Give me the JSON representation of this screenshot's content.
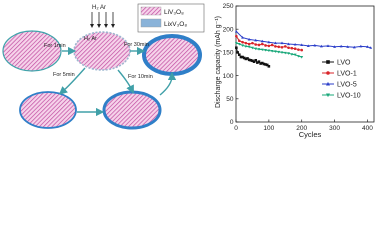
{
  "diagram": {
    "gas_top": "H₂ Ar",
    "gas_mid": "H₂ Ar",
    "legend": [
      {
        "label": "LiV₃O₈",
        "swatch": "striped"
      },
      {
        "label": "LixV₃O₈",
        "swatch": "blue"
      }
    ],
    "steps": [
      "For 1min",
      "For 30min",
      "For 5min",
      "For 10min"
    ]
  },
  "chart_data": {
    "type": "line",
    "xlabel": "Cycles",
    "ylabel": "Discharge capacity (mAh g⁻¹)",
    "xlim": [
      0,
      420
    ],
    "ylim": [
      0,
      250
    ],
    "xticks": [
      0,
      100,
      200,
      300,
      400
    ],
    "yticks": [
      0,
      50,
      100,
      150,
      200,
      250
    ],
    "grid": false,
    "legend_position": "right",
    "series": [
      {
        "name": "LVO",
        "color": "#111111",
        "marker": "square",
        "x": [
          1,
          5,
          10,
          15,
          20,
          25,
          30,
          35,
          40,
          45,
          50,
          55,
          60,
          65,
          70,
          75,
          80,
          85,
          90,
          95,
          100
        ],
        "y": [
          160,
          150,
          145,
          140,
          140,
          138,
          136,
          137,
          134,
          133,
          132,
          130,
          133,
          128,
          130,
          126,
          127,
          125,
          124,
          123,
          120
        ]
      },
      {
        "name": "LVO-1",
        "color": "#d9252a",
        "marker": "circle",
        "x": [
          1,
          10,
          20,
          30,
          40,
          50,
          60,
          70,
          80,
          90,
          100,
          110,
          120,
          130,
          140,
          150,
          160,
          170,
          180,
          190,
          200
        ],
        "y": [
          185,
          175,
          172,
          170,
          168,
          170,
          167,
          166,
          168,
          165,
          164,
          166,
          163,
          162,
          161,
          163,
          160,
          159,
          158,
          156,
          155
        ]
      },
      {
        "name": "LVO-5",
        "color": "#2b3ec9",
        "marker": "triangle",
        "x": [
          1,
          20,
          40,
          60,
          80,
          100,
          120,
          140,
          160,
          180,
          200,
          220,
          240,
          260,
          280,
          300,
          320,
          340,
          360,
          380,
          400,
          410
        ],
        "y": [
          195,
          182,
          178,
          176,
          174,
          172,
          170,
          170,
          168,
          167,
          166,
          164,
          165,
          163,
          164,
          162,
          163,
          162,
          161,
          163,
          162,
          160
        ]
      },
      {
        "name": "LVO-10",
        "color": "#1aa87a",
        "marker": "triangle-down",
        "x": [
          1,
          10,
          20,
          30,
          40,
          50,
          60,
          70,
          80,
          90,
          100,
          110,
          120,
          130,
          140,
          150,
          160,
          170,
          180,
          190,
          200
        ],
        "y": [
          170,
          168,
          165,
          163,
          162,
          160,
          158,
          157,
          156,
          155,
          154,
          153,
          152,
          151,
          150,
          149,
          148,
          146,
          145,
          142,
          140
        ]
      }
    ]
  }
}
